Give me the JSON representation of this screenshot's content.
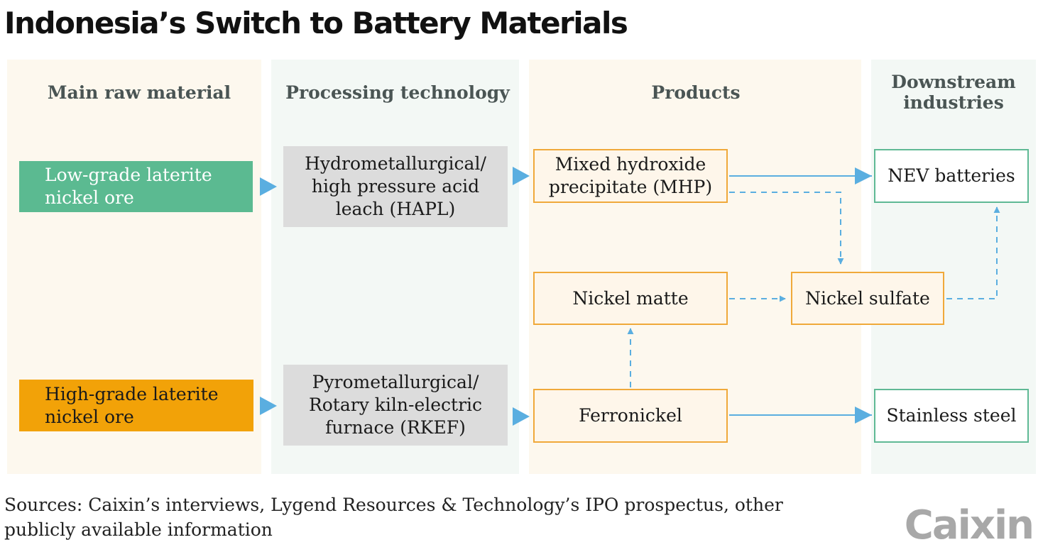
{
  "title": "Indonesia’s Switch to Battery Materials",
  "colors": {
    "raw_bg": "#fdf8ee",
    "tech_bg": "#f3f8f5",
    "low_grade": "#5bba91",
    "high_grade": "#f2a208",
    "arrow": "#5aaee0",
    "product_border": "#f0a93a",
    "downstream_border": "#5fb995"
  },
  "columns": {
    "raw": "Main raw material",
    "tech": "Processing technology",
    "products": "Products",
    "downstream_line1": "Downstream",
    "downstream_line2": "industries"
  },
  "raw_materials": {
    "low_line1": "Low-grade laterite",
    "low_line2": "nickel ore",
    "high_line1": "High-grade laterite",
    "high_line2": "nickel ore"
  },
  "technologies": {
    "hydro_line1": "Hydrometallurgical/",
    "hydro_line2": "high pressure acid",
    "hydro_line3": "leach (HAPL)",
    "pyro_line1": "Pyrometallurgical/",
    "pyro_line2": "Rotary kiln-electric",
    "pyro_line3": "furnace (RKEF)"
  },
  "products": {
    "mhp_line1": "Mixed hydroxide",
    "mhp_line2": "precipitate (MHP)",
    "matte": "Nickel matte",
    "sulfate": "Nickel sulfate",
    "ferronickel": "Ferronickel"
  },
  "downstream": {
    "nev": "NEV batteries",
    "steel": "Stainless steel"
  },
  "sources_line1": "Sources: Caixin’s interviews, Lygend Resources & Technology’s IPO prospectus, other",
  "sources_line2": "publicly available information",
  "logo": "Caixin"
}
